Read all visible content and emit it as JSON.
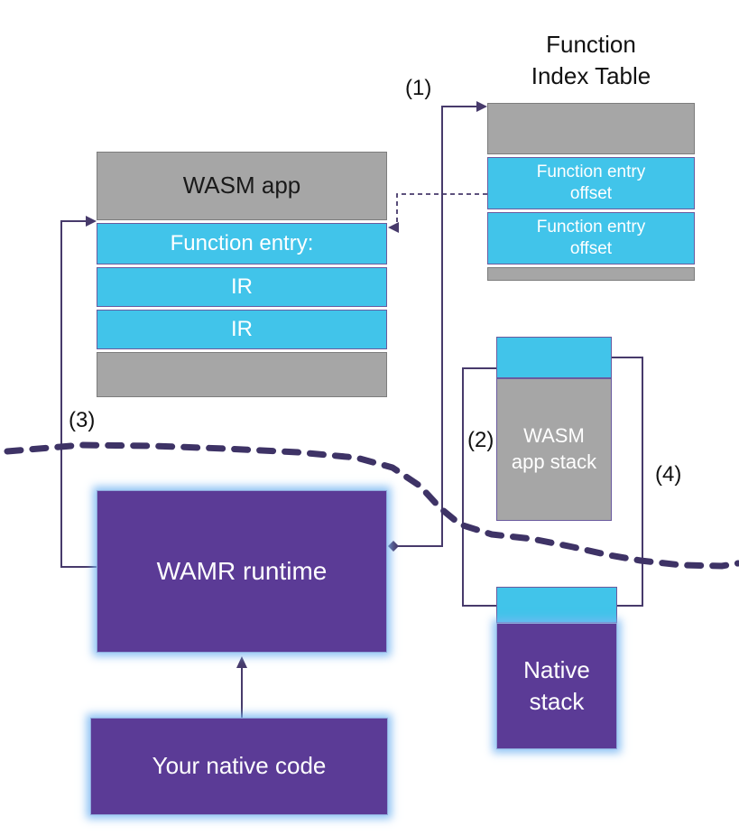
{
  "colors": {
    "gray": "#a6a6a6",
    "cyan": "#41c4ea",
    "purple": "#5b3b96",
    "connector": "#473a6b",
    "divider": "#3e3366",
    "glow": "#79b7f2"
  },
  "function_index_table": {
    "title": "Function\nIndex Table",
    "rows": [
      "Function entry\noffset",
      "Function entry\noffset"
    ]
  },
  "wasm_app": {
    "title": "WASM app",
    "rows": [
      "Function entry:",
      "IR",
      "IR"
    ]
  },
  "wamr_runtime": {
    "label": "WAMR runtime"
  },
  "native_code": {
    "label": "Your native code"
  },
  "wasm_app_stack": {
    "label": "WASM\napp stack"
  },
  "native_stack": {
    "label": "Native\nstack"
  },
  "step_labels": {
    "s1": "(1)",
    "s2": "(2)",
    "s3": "(3)",
    "s4": "(4)"
  }
}
